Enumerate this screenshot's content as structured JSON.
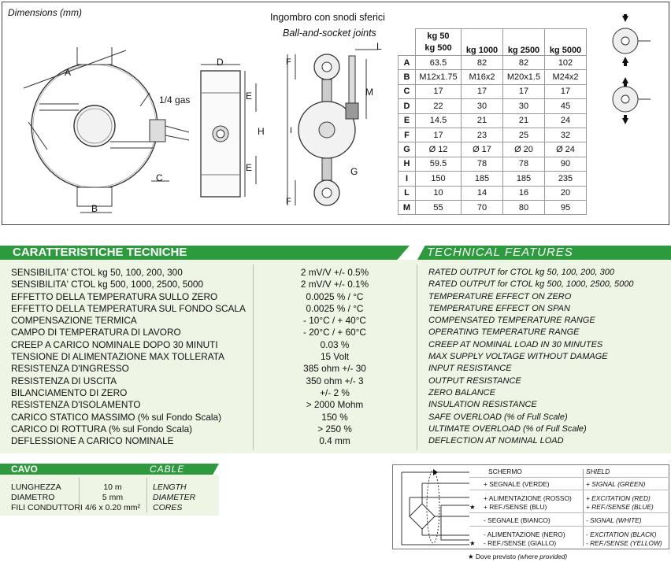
{
  "drawing": {
    "dimensions_label": "Dimensions (mm)",
    "title_it": "Ingombro con snodi sferici",
    "title_en": "Ball-and-socket joints",
    "gas_label": "1/4 gas",
    "letters": {
      "A": "A",
      "B": "B",
      "C": "C",
      "D": "D",
      "E": "E",
      "F": "F",
      "G": "G",
      "H": "H",
      "I": "I",
      "L": "L",
      "M": "M"
    }
  },
  "dim_table": {
    "headers": [
      "kg 50\nkg 500",
      "kg 1000",
      "kg 2500",
      "kg 5000"
    ],
    "header_top": "kg 50",
    "header_bottom": "kg 500",
    "rows": [
      {
        "key": "A",
        "values": [
          "63.5",
          "82",
          "82",
          "102"
        ]
      },
      {
        "key": "B",
        "values": [
          "M12x1.75",
          "M16x2",
          "M20x1.5",
          "M24x2"
        ]
      },
      {
        "key": "C",
        "values": [
          "17",
          "17",
          "17",
          "17"
        ]
      },
      {
        "key": "D",
        "values": [
          "22",
          "30",
          "30",
          "45"
        ]
      },
      {
        "key": "E",
        "values": [
          "14.5",
          "21",
          "21",
          "24"
        ]
      },
      {
        "key": "F",
        "values": [
          "17",
          "23",
          "25",
          "32"
        ]
      },
      {
        "key": "G",
        "values": [
          "Ø 12",
          "Ø 17",
          "Ø 20",
          "Ø 24"
        ]
      },
      {
        "key": "H",
        "values": [
          "59.5",
          "78",
          "78",
          "90"
        ]
      },
      {
        "key": "I",
        "values": [
          "150",
          "185",
          "185",
          "235"
        ]
      },
      {
        "key": "L",
        "values": [
          "10",
          "14",
          "16",
          "20"
        ]
      },
      {
        "key": "M",
        "values": [
          "55",
          "70",
          "80",
          "95"
        ]
      }
    ]
  },
  "tech": {
    "title_it": "CARATTERISTICHE TECNICHE",
    "title_en": "TECHNICAL FEATURES",
    "rows": [
      {
        "it": "SENSIBILITA' CTOL kg 50, 100, 200, 300",
        "val": "2 mV/V +/- 0.5%",
        "en": "RATED OUTPUT for CTOL kg 50, 100, 200, 300"
      },
      {
        "it": "SENSIBILITA' CTOL kg 500, 1000, 2500, 5000",
        "val": "2 mV/V  +/- 0.1%",
        "en": "RATED OUTPUT for CTOL kg 500, 1000, 2500, 5000"
      },
      {
        "it": "EFFETTO DELLA TEMPERATURA SULLO ZERO",
        "val": "0.0025 % / °C",
        "en": "TEMPERATURE EFFECT ON ZERO"
      },
      {
        "it": "EFFETTO DELLA TEMPERATURA SUL FONDO SCALA",
        "val": "0.0025 % / °C",
        "en": "TEMPERATURE EFFECT ON SPAN"
      },
      {
        "it": "COMPENSAZIONE TERMICA",
        "val": "- 10°C / + 40°C",
        "en": "COMPENSATED TEMPERATURE RANGE"
      },
      {
        "it": "CAMPO DI TEMPERATURA DI LAVORO",
        "val": "- 20°C / + 60°C",
        "en": "OPERATING TEMPERATURE RANGE"
      },
      {
        "it": "CREEP A CARICO NOMINALE DOPO 30 MINUTI",
        "val": "0.03 %",
        "en": "CREEP AT NOMINAL LOAD IN 30 MINUTES"
      },
      {
        "it": "TENSIONE DI ALIMENTAZIONE MAX TOLLERATA",
        "val": "15 Volt",
        "en": "MAX SUPPLY VOLTAGE WITHOUT DAMAGE"
      },
      {
        "it": "RESISTENZA D'INGRESSO",
        "val": "385 ohm +/- 30",
        "en": "INPUT RESISTANCE"
      },
      {
        "it": "RESISTENZA DI USCITA",
        "val": "350 ohm +/- 3",
        "en": "OUTPUT RESISTANCE"
      },
      {
        "it": "BILANCIAMENTO DI ZERO",
        "val": "+/- 2 %",
        "en": "ZERO BALANCE"
      },
      {
        "it": "RESISTENZA D'ISOLAMENTO",
        "val": "> 2000 Mohm",
        "en": "INSULATION RESISTANCE"
      },
      {
        "it": "CARICO STATICO MASSIMO (% sul Fondo Scala)",
        "val": "150 %",
        "en": "SAFE OVERLOAD (% of  Full Scale)"
      },
      {
        "it": "CARICO DI ROTTURA (% sul Fondo Scala)",
        "val": "> 250 %",
        "en": "ULTIMATE OVERLOAD (% of  Full Scale)"
      },
      {
        "it": "DEFLESSIONE A CARICO NOMINALE",
        "val": "0.4 mm",
        "en": "DEFLECTION AT NOMINAL LOAD"
      }
    ]
  },
  "cable": {
    "title_it": "CAVO",
    "title_en": "CABLE",
    "rows": [
      {
        "it": "LUNGHEZZA",
        "val": "10 m",
        "en": "LENGTH"
      },
      {
        "it": "DIAMETRO",
        "val": "5 mm",
        "en": "DIAMETER"
      },
      {
        "it": "FILI CONDUTTORI",
        "val": "4/6 x 0.20 mm²",
        "en": "CORES"
      }
    ]
  },
  "wiring": {
    "rows": [
      {
        "star": "",
        "it": "SCHERMO",
        "en": "SHIELD"
      },
      {
        "star": "",
        "it": "+ SEGNALE (VERDE)",
        "en": "+ SIGNAL (GREEN)"
      },
      {
        "star": "",
        "it": "+ ALIMENTAZIONE (ROSSO)",
        "en": "+ EXCITATION (RED)"
      },
      {
        "star": "★",
        "it": "+ REF./SENSE (BLU)",
        "en": "+ REF./SENSE (BLUE)"
      },
      {
        "star": "",
        "it": "- SEGNALE (BIANCO)",
        "en": "- SIGNAL (WHITE)"
      },
      {
        "star": "",
        "it": "- ALIMENTAZIONE (NERO)",
        "en": "- EXCITATION (BLACK)"
      },
      {
        "star": "★",
        "it": "- REF./SENSE (GIALLO)",
        "en": "- REF./SENSE (YELLOW)"
      }
    ],
    "footnote_star": "★",
    "footnote_it": "Dove previsto",
    "footnote_en": "(where provided)"
  },
  "colors": {
    "accent": "#2e9a3e",
    "panel": "#eef5e4"
  }
}
